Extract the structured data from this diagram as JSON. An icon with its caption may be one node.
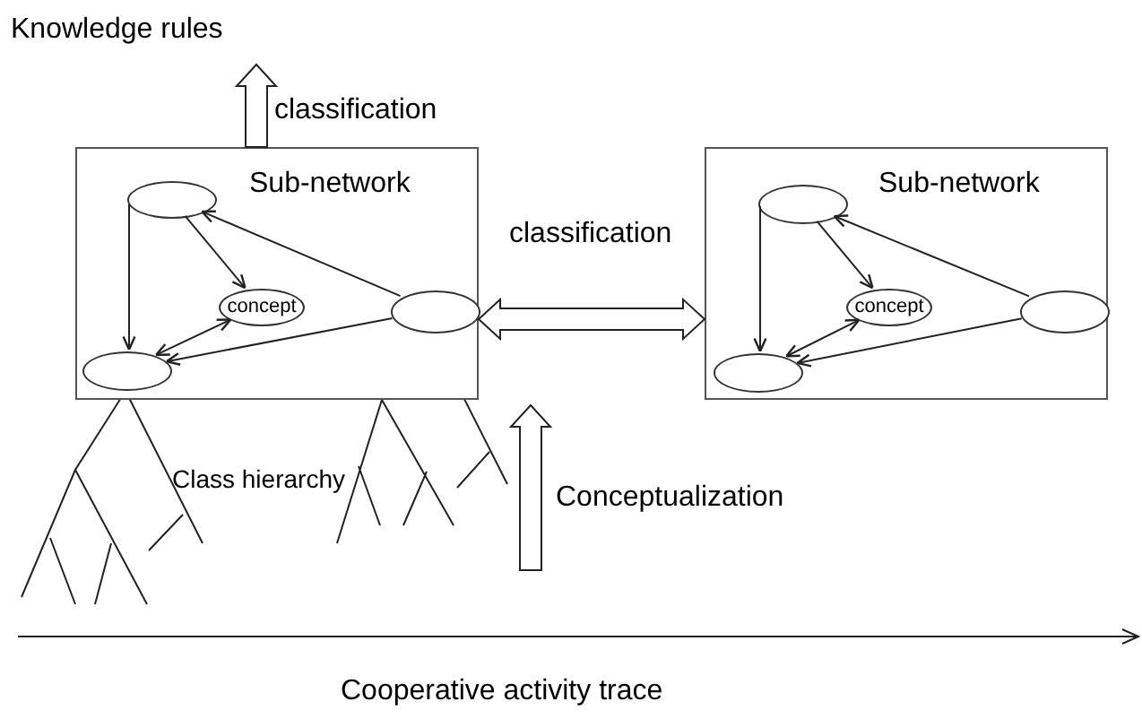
{
  "diagram": {
    "nodes": [
      {
        "text": [
          "Knowledge rules"
        ]
      },
      {
        "text": [
          "Sub-network"
        ]
      },
      {
        "text": [],
        "shape": "ellipse",
        "in": 1
      },
      {
        "text": [
          "concept"
        ],
        "in": 1
      },
      {
        "text": [],
        "shape": "ellipse",
        "in": 1
      },
      {
        "text": [],
        "shape": "ellipse",
        "in": 1
      },
      {
        "text": [
          "Sub-network"
        ]
      },
      {
        "text": [],
        "shape": "ellipse",
        "in": 6
      },
      {
        "text": [
          "concept"
        ],
        "in": 6
      },
      {
        "text": [],
        "shape": "ellipse",
        "in": 6
      },
      {
        "text": [],
        "shape": "ellipse",
        "in": 6
      }
    ],
    "edges": [
      {
        "from": 1,
        "to": 0,
        "arrow": "to",
        "label": "classification"
      },
      {
        "from": 1,
        "to": 6,
        "arrow": "both",
        "label": "classification"
      },
      {
        "from": 2,
        "to": 5,
        "arrow": "to"
      },
      {
        "from": 2,
        "to": 3,
        "arrow": "to"
      },
      {
        "from": 4,
        "to": 2,
        "arrow": "to"
      },
      {
        "from": 4,
        "to": 5,
        "arrow": "to"
      },
      {
        "from": 5,
        "to": 3,
        "arrow": "both"
      },
      {
        "from": 7,
        "to": 10,
        "arrow": "to"
      },
      {
        "from": 7,
        "to": 8,
        "arrow": "to"
      },
      {
        "from": 9,
        "to": 7,
        "arrow": "to"
      },
      {
        "from": 9,
        "to": 10,
        "arrow": "to"
      },
      {
        "from": 10,
        "to": 8,
        "arrow": "both"
      }
    ],
    "labels": [
      "Class hierarchy",
      "Conceptualization",
      "Cooperative activity trace"
    ]
  }
}
